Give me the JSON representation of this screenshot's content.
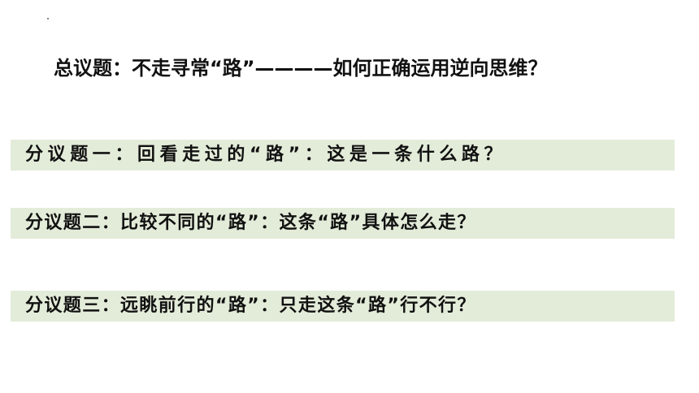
{
  "main_topic": "总议题：不走寻常“路”————如何正确运用逆向思维？",
  "sub_topics": [
    "分议题一：回看走过的“路”：这是一条什么路？",
    "分议题二：比较不同的“路”：这条“路”具体怎么走？",
    "分议题三：远眺前行的“路”：只走这条“路”行不行？"
  ],
  "colors": {
    "background": "#ffffff",
    "bar_fill": "#e3ecd9",
    "text": "#111111"
  }
}
